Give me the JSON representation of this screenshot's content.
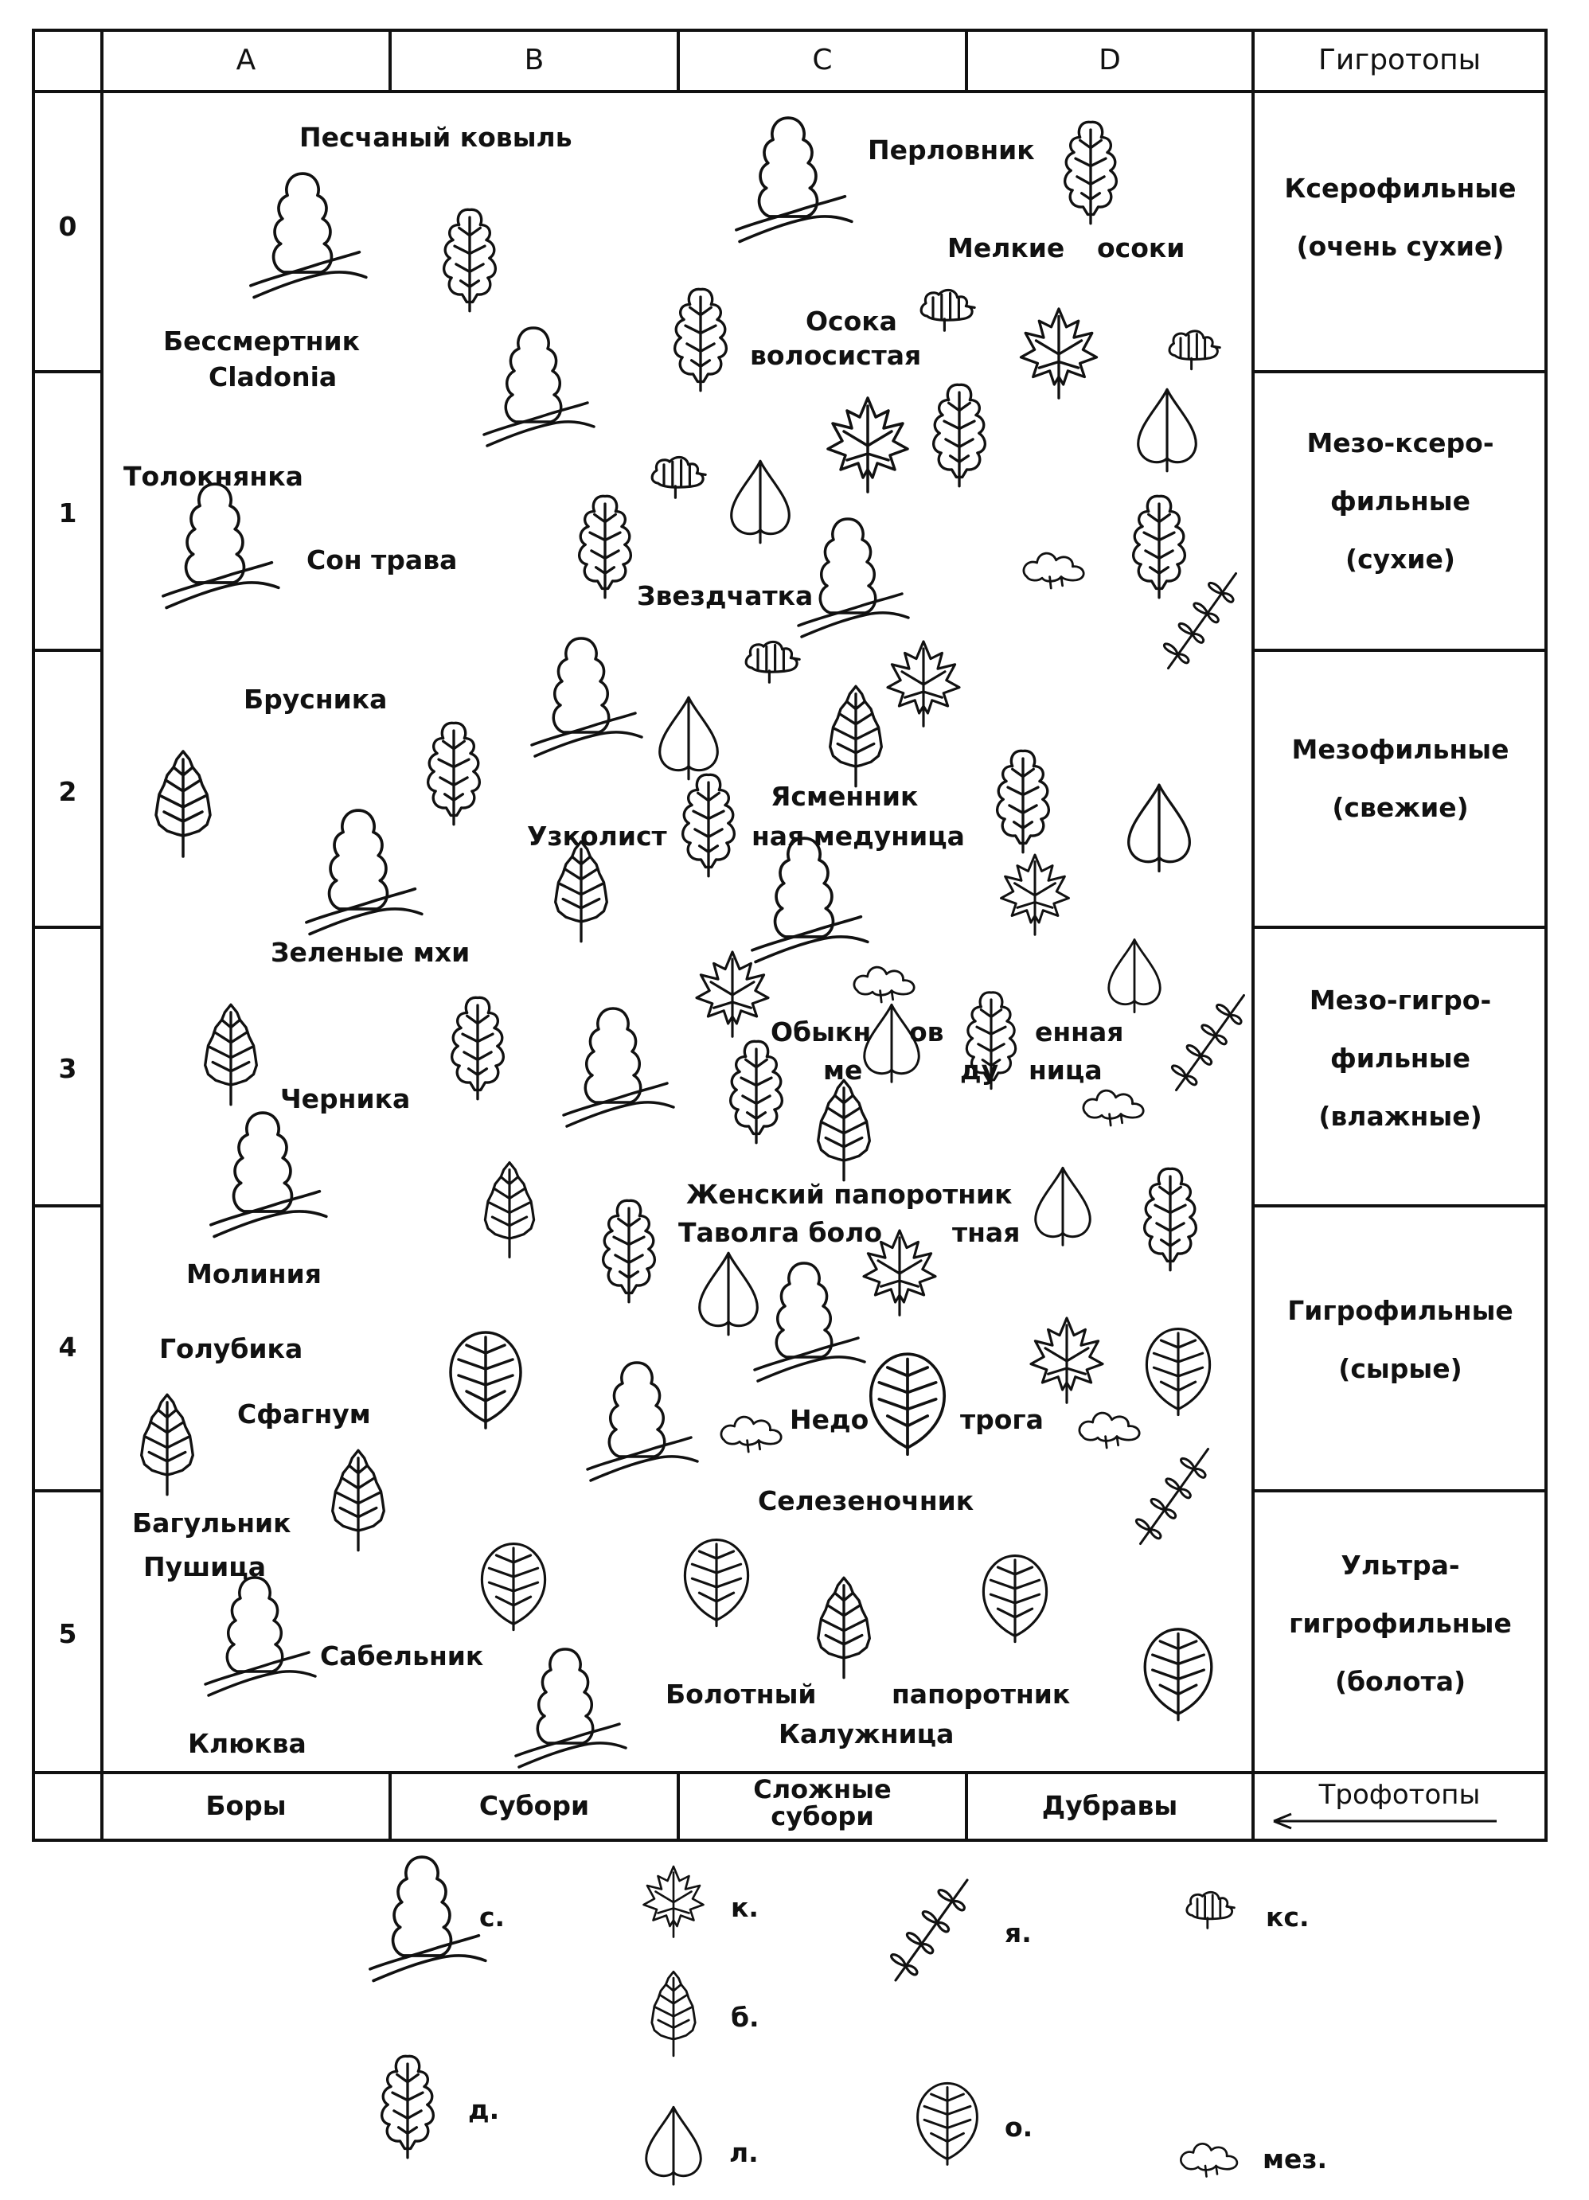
{
  "columns": [
    "A",
    "B",
    "C",
    "D"
  ],
  "hygrotope_header": "Гигротопы",
  "rows": [
    "0",
    "1",
    "2",
    "3",
    "4",
    "5"
  ],
  "hygrotopes": [
    [
      "Ксерофильные",
      "(очень сухие)"
    ],
    [
      "Мезо-ксеро-",
      "фильные",
      "(сухие)"
    ],
    [
      "Мезофильные",
      "(свежие)"
    ],
    [
      "Мезо-гигро-",
      "фильные",
      "(влажные)"
    ],
    [
      "Гигрофильные",
      "(сырые)"
    ],
    [
      "Ультра-",
      "гигрофильные",
      "(болота)"
    ]
  ],
  "trophotopes": [
    "Боры",
    "Субори",
    "Сложные\nсубори",
    "Дубравы"
  ],
  "trophotope_header": "Трофотопы",
  "plants": {
    "peschany_kovyl": "Песчаный ковыль",
    "bessmertnik": "Бессмертник",
    "cladonia": "Cladonia",
    "toloknyanka": "Толокнянка",
    "son_trava": "Сон трава",
    "perlovnik": "Перловник",
    "melkie": "Мелкие",
    "osoki": "осоки",
    "osoka": "Осока",
    "volosistaya": "волосистая",
    "zvezdchatka": "Звездчатка",
    "brusnika": "Брусника",
    "yasmennik": "Ясменник",
    "uzkolist": "Узколист",
    "naya_medunitsa": "ная медуница",
    "zelenye_mkhi": "Зеленые мхи",
    "obyknovennaya1": "Обыкн",
    "obyknovennaya2": "ов",
    "obyknovennaya3": "енная",
    "medunitsa1": "ме",
    "medunitsa2": "ду",
    "medunitsa3": "ница",
    "chernika": "Черника",
    "zhensky": "Женский папоротник",
    "tavolga": "Таволга боло",
    "tavolga2": "тная",
    "moliniya": "Молиния",
    "golubika": "Голубика",
    "sfagnum": "Сфагнум",
    "nedo": "Недо",
    "troga": "трога",
    "bagulnik": "Багульник",
    "selezenochnik": "Селезеночник",
    "pushitsa": "Пушица",
    "sabelnik": "Сабельник",
    "bolotny": "Болотный",
    "paporotnik": "папоротник",
    "klyukva": "Клюква",
    "kaluzhnitsa": "Калужница"
  },
  "legend": [
    {
      "icon": "pine",
      "label": "с."
    },
    {
      "icon": "maple",
      "label": "к."
    },
    {
      "icon": "ash",
      "label": "я."
    },
    {
      "icon": "sedge-root",
      "label": "кс."
    },
    {
      "icon": "birch",
      "label": "б."
    },
    {
      "icon": "oak",
      "label": "д."
    },
    {
      "icon": "linden",
      "label": "л."
    },
    {
      "icon": "alder",
      "label": "о."
    },
    {
      "icon": "mesophyte",
      "label": "мез."
    }
  ]
}
